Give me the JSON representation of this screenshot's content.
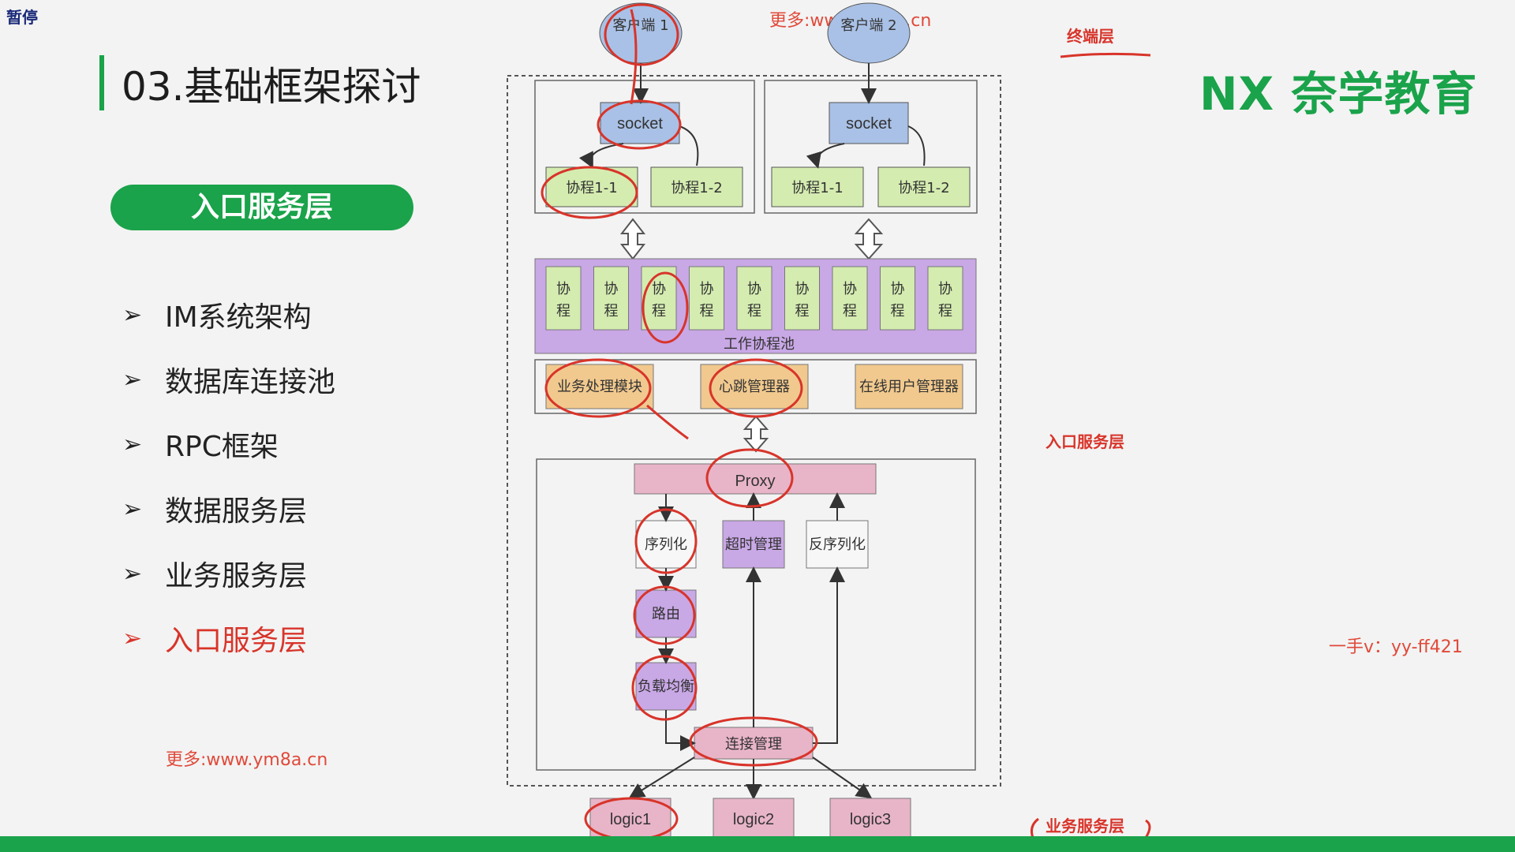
{
  "status": {
    "pause_label": "暂停"
  },
  "watermarks": {
    "top": "更多:www.ym8a.cn",
    "left": "更多:www.ym8a.cn",
    "contact": "一手v：yy-ff421"
  },
  "slide": {
    "title": "03.基础框架探讨",
    "section_pill": "入口服务层",
    "menu": [
      {
        "label": "IM系统架构",
        "active": false
      },
      {
        "label": "数据库连接池",
        "active": false
      },
      {
        "label": "RPC框架",
        "active": false
      },
      {
        "label": "数据服务层",
        "active": false
      },
      {
        "label": "业务服务层",
        "active": false
      },
      {
        "label": "入口服务层",
        "active": true
      }
    ]
  },
  "logo": {
    "mark": "NX",
    "text": "奈学教育"
  },
  "annotations": {
    "terminal_layer": "终端层",
    "entry_layer": "入口服务层",
    "business_layer": "业务服务层"
  },
  "diagram": {
    "clients": [
      "客户端 1",
      "客户端 2"
    ],
    "socket_label": "socket",
    "coroutines_top": [
      "协程1-1",
      "协程1-2",
      "协程1-1",
      "协程1-2"
    ],
    "worker_pool_label": "工作协程池",
    "worker_cell": "协程",
    "managers": [
      "业务处理模块",
      "心跳管理器",
      "在线用户管理器"
    ],
    "proxy_label": "Proxy",
    "proxy_modules": [
      "序列化",
      "超时管理",
      "反序列化",
      "路由",
      "负载均衡",
      "连接管理"
    ],
    "logic_nodes": [
      "logic1",
      "logic2",
      "logic3"
    ]
  },
  "colors": {
    "accent_green": "#1aa34a",
    "annotation_red": "#d8342a",
    "pink_box": "#e8b4c8",
    "purple_box": "#c9a8e6",
    "green_box": "#d4ecb0",
    "orange_box": "#f1c98e",
    "blue_box": "#a9c1e6"
  }
}
